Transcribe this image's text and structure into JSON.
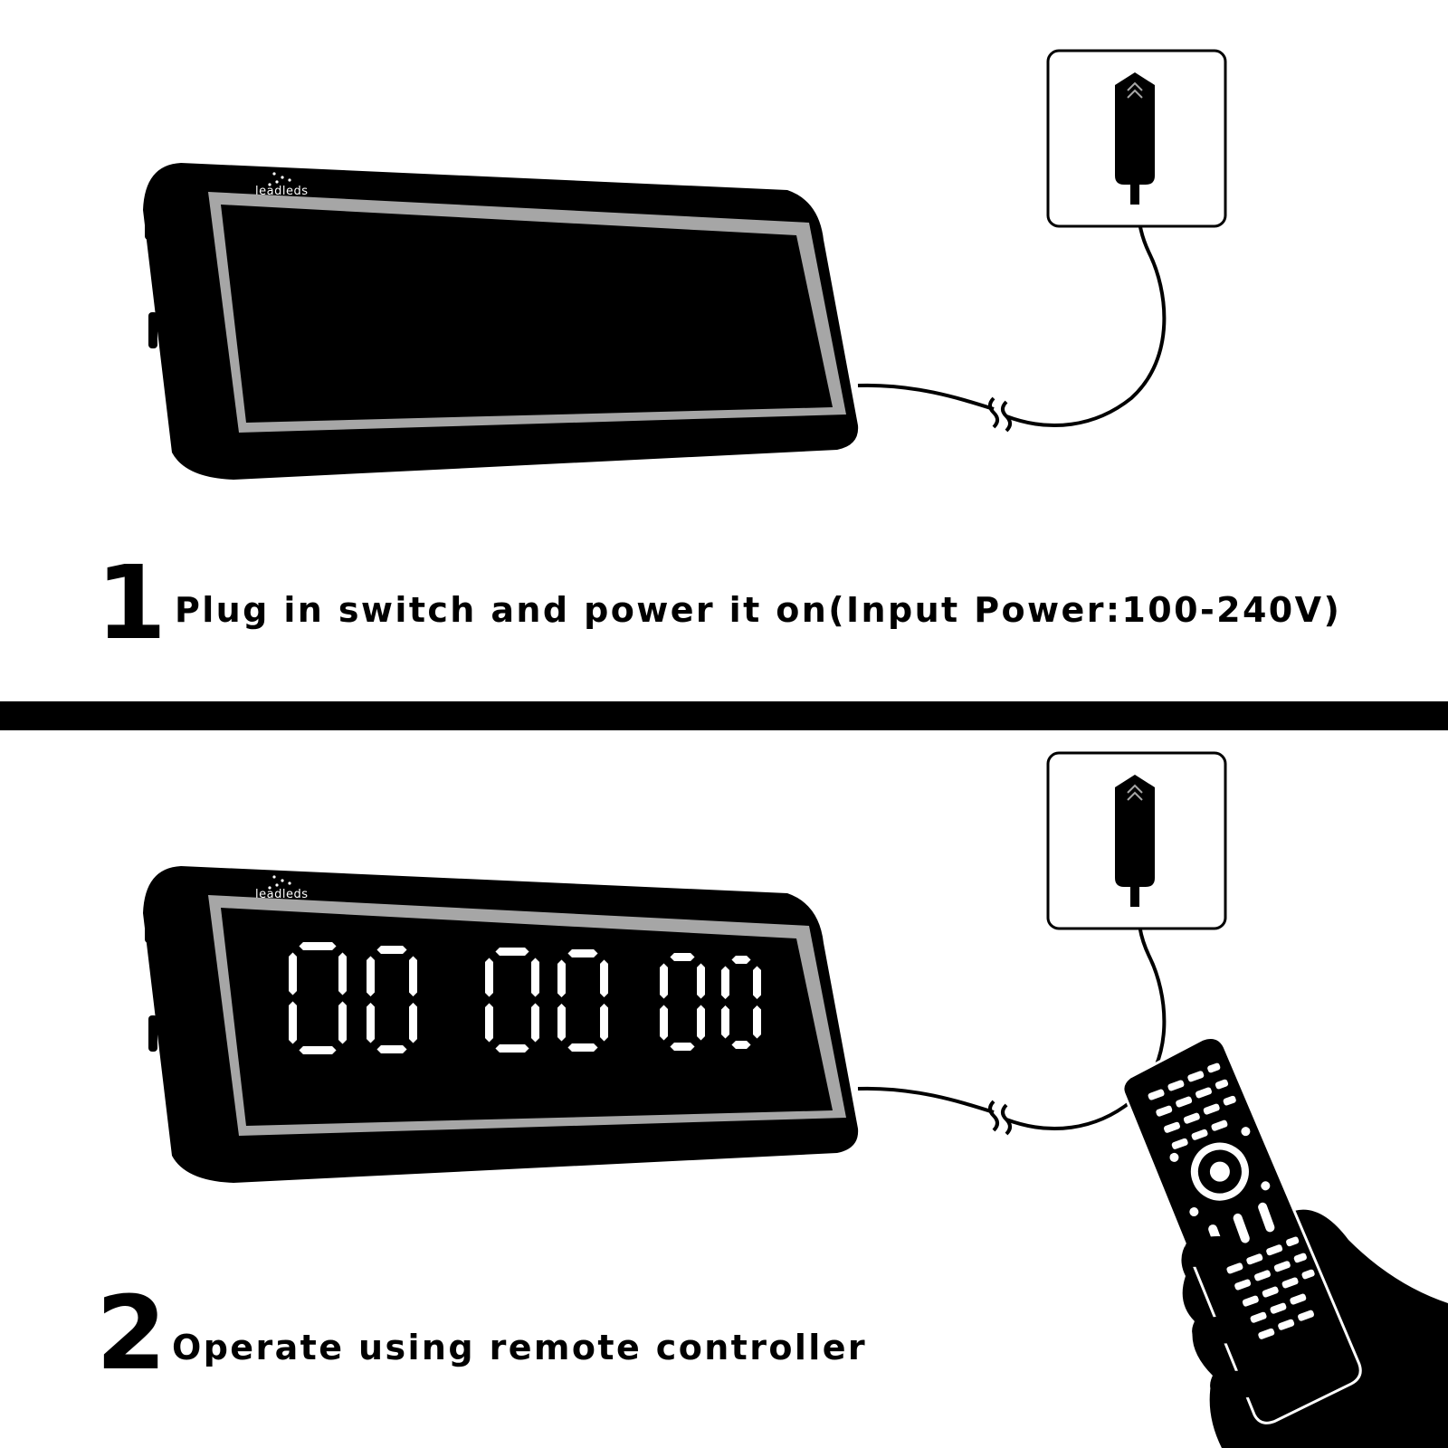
{
  "colors": {
    "ink": "#000000",
    "paper": "#ffffff",
    "bezel": "#a6a6a6"
  },
  "brand": "leadleds",
  "steps": [
    {
      "number": "1",
      "text": "Plug in switch and power it on(Input Power:100-240V)"
    },
    {
      "number": "2",
      "text": "Operate using remote controller"
    }
  ],
  "display": {
    "digits": [
      "0",
      "0",
      "0",
      "0",
      "0",
      "0"
    ]
  },
  "icons": [
    "power-adapter-icon",
    "wall-socket-icon",
    "remote-control-icon",
    "hand-icon",
    "cable-icon"
  ]
}
